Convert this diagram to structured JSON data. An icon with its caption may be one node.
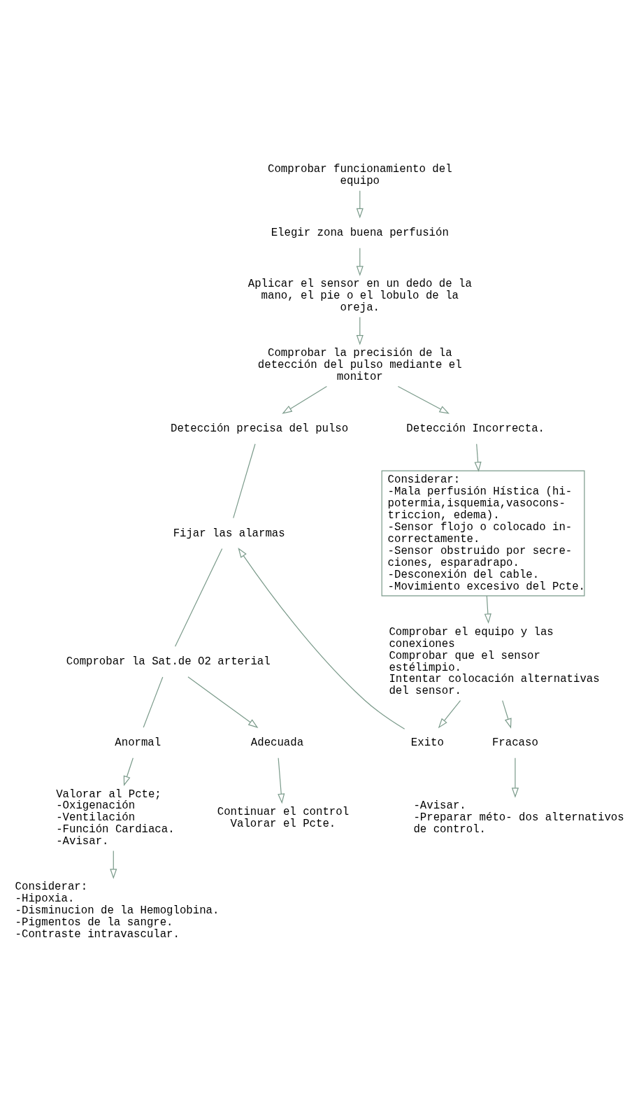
{
  "diagram": {
    "nodes": [
      {
        "text": [
          "Comprobar funcionamiento del equipo"
        ]
      },
      {
        "text": [
          "Elegir zona buena perfusión"
        ]
      },
      {
        "text": [
          "Aplicar el sensor en un dedo de la mano, el pie o el lobulo de la oreja."
        ]
      },
      {
        "text": [
          "Comprobar la precisión de la detección del pulso mediante el monitor"
        ]
      },
      {
        "text": [
          "Detección precisa del pulso"
        ]
      },
      {
        "text": [
          "Detección Incorrecta."
        ]
      },
      {
        "text": [
          "Fijar las alarmas"
        ]
      },
      {
        "text": [
          "Considerar:",
          "-Mala perfusión Hística (hi- potermia,isquemia,vasocons- triccion, edema).",
          "-Sensor flojo o colocado in- correctamente.",
          "-Sensor obstruido por secre- ciones, esparadrapo.",
          "-Desconexión del cable.",
          "-Movimiento excesivo del Pcte."
        ]
      },
      {
        "text": [
          "Comprobar la Sat.de O2 arterial"
        ]
      },
      {
        "text": [
          "Anormal"
        ]
      },
      {
        "text": [
          "Adecuada"
        ]
      },
      {
        "text": [
          "Valorar al Pcte;",
          "-Oxigenación",
          "-Ventilación",
          "-Función Cardiaca.",
          "-Avisar."
        ]
      },
      {
        "text": [
          "Continuar el control",
          "Valorar el Pcte."
        ]
      },
      {
        "text": [
          "Considerar:",
          "-Hipoxia.",
          "-Disminucion de la Hemoglobina.",
          "-Pigmentos de la sangre.",
          "-Contraste intravascular."
        ]
      },
      {
        "text": [
          "Comprobar el equipo y las conexiones",
          "Comprobar que el sensor estélimpio.",
          "Intentar colocación alternativas del sensor."
        ]
      },
      {
        "text": [
          "Exito"
        ]
      },
      {
        "text": [
          "Fracaso"
        ]
      },
      {
        "text": [
          "-Avisar.",
          "-Preparar méto- dos alternativos de control."
        ]
      }
    ],
    "edges": [
      {
        "from": 0,
        "to": 1,
        "arrow": "to"
      },
      {
        "from": 1,
        "to": 2,
        "arrow": "to"
      },
      {
        "from": 2,
        "to": 3,
        "arrow": "to"
      },
      {
        "from": 3,
        "to": 4,
        "arrow": "to"
      },
      {
        "from": 3,
        "to": 5,
        "arrow": "to"
      },
      {
        "from": 4,
        "to": 6,
        "arrow": "none"
      },
      {
        "from": 5,
        "to": 7,
        "arrow": "to"
      },
      {
        "from": 6,
        "to": 8,
        "arrow": "none"
      },
      {
        "from": 8,
        "to": 9,
        "arrow": "none"
      },
      {
        "from": 8,
        "to": 10,
        "arrow": "to"
      },
      {
        "from": 9,
        "to": 11,
        "arrow": "to"
      },
      {
        "from": 10,
        "to": 12,
        "arrow": "to"
      },
      {
        "from": 11,
        "to": 13,
        "arrow": "to"
      },
      {
        "from": 7,
        "to": 14,
        "arrow": "to"
      },
      {
        "from": 14,
        "to": 15,
        "arrow": "to"
      },
      {
        "from": 14,
        "to": 16,
        "arrow": "to"
      },
      {
        "from": 15,
        "to": 6,
        "arrow": "to"
      },
      {
        "from": 16,
        "to": 17,
        "arrow": "to"
      }
    ]
  }
}
